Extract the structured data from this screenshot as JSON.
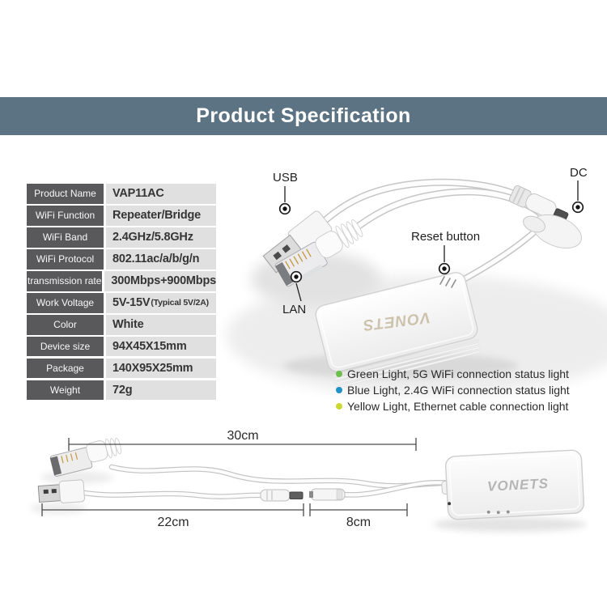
{
  "title": "Product Specification",
  "spec_table": {
    "rows": [
      {
        "label": "Product Name",
        "value": "VAP11AC"
      },
      {
        "label": "WiFi Function",
        "value": "Repeater/Bridge"
      },
      {
        "label": "WiFi Band",
        "value": "2.4GHz/5.8GHz"
      },
      {
        "label": "WiFi Protocol",
        "value": "802.11ac/a/b/g/n"
      },
      {
        "label": "transmission rate",
        "value": "300Mbps+900Mbps"
      },
      {
        "label": "Work Voltage",
        "value": "5V-15V",
        "note": "(Typical 5V/2A)"
      },
      {
        "label": "Color",
        "value": "White"
      },
      {
        "label": "Device size",
        "value": "94X45X15mm"
      },
      {
        "label": "Package",
        "value": "140X95X25mm"
      },
      {
        "label": "Weight",
        "value": "72g"
      }
    ]
  },
  "callouts": {
    "usb": "USB",
    "dc": "DC",
    "reset": "Reset button",
    "lan": "LAN"
  },
  "brand": "VONETS",
  "legend": {
    "items": [
      {
        "color": "#6cc04a",
        "text": "Green Light, 5G WiFi connection status light"
      },
      {
        "color": "#2191c9",
        "text": "Blue Light, 2.4G WiFi connection status light"
      },
      {
        "color": "#ccd832",
        "text": "Yellow Light, Ethernet cable connection light"
      }
    ]
  },
  "dimensions": {
    "overall": "30cm",
    "usb_cable": "22cm",
    "dc_cable": "8cm"
  },
  "colors": {
    "header_bg": "#5b7383",
    "table_label_bg": "#59595b",
    "table_value_bg": "#e0e0e0"
  }
}
